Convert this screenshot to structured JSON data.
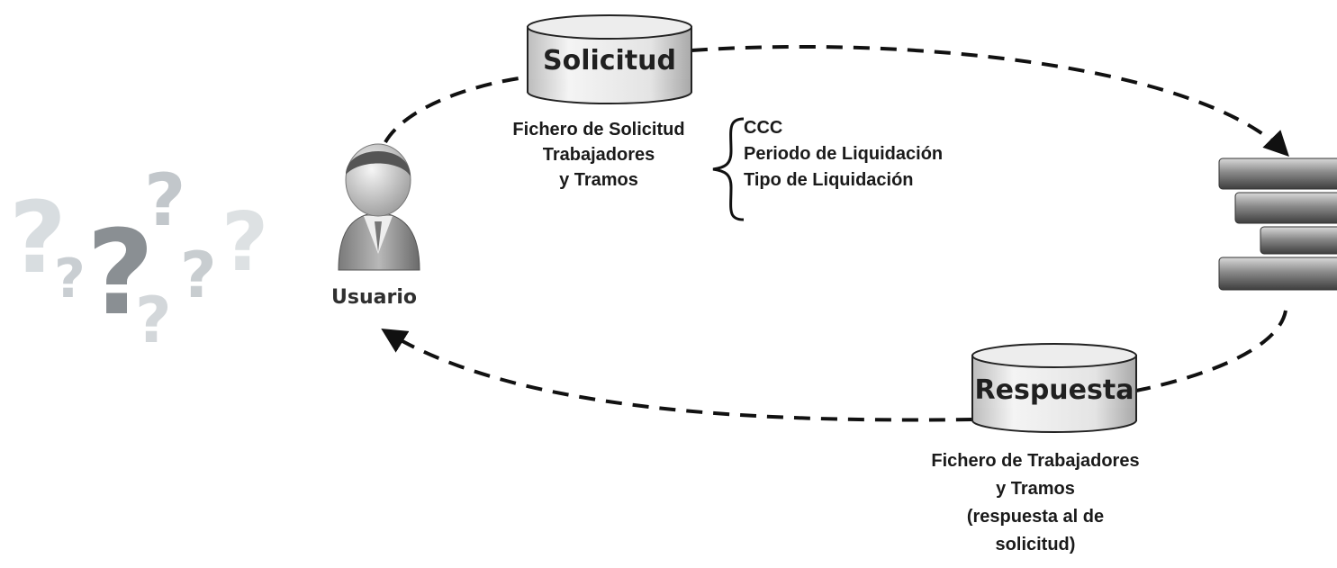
{
  "request": {
    "label": "Solicitud",
    "file_caption_lines": [
      "Fichero de Solicitud",
      "Trabajadores",
      "y Tramos"
    ],
    "fields": [
      "CCC",
      "Periodo de Liquidación",
      "Tipo de Liquidación"
    ]
  },
  "response": {
    "label": "Respuesta",
    "file_caption_lines": [
      "Fichero de Trabajadores",
      "y Tramos",
      "(respuesta al de",
      "solicitud)"
    ]
  },
  "user": {
    "label": "Usuario",
    "icon": "user-icon"
  },
  "server": {
    "icon": "server-block-icon"
  },
  "questions": {
    "icon": "question-marks-icon",
    "glyph": "?"
  },
  "colors": {
    "arrow": "#111111",
    "cylinder_top": "#e6e6e6",
    "cylinder_body": "#d9d9d9"
  }
}
